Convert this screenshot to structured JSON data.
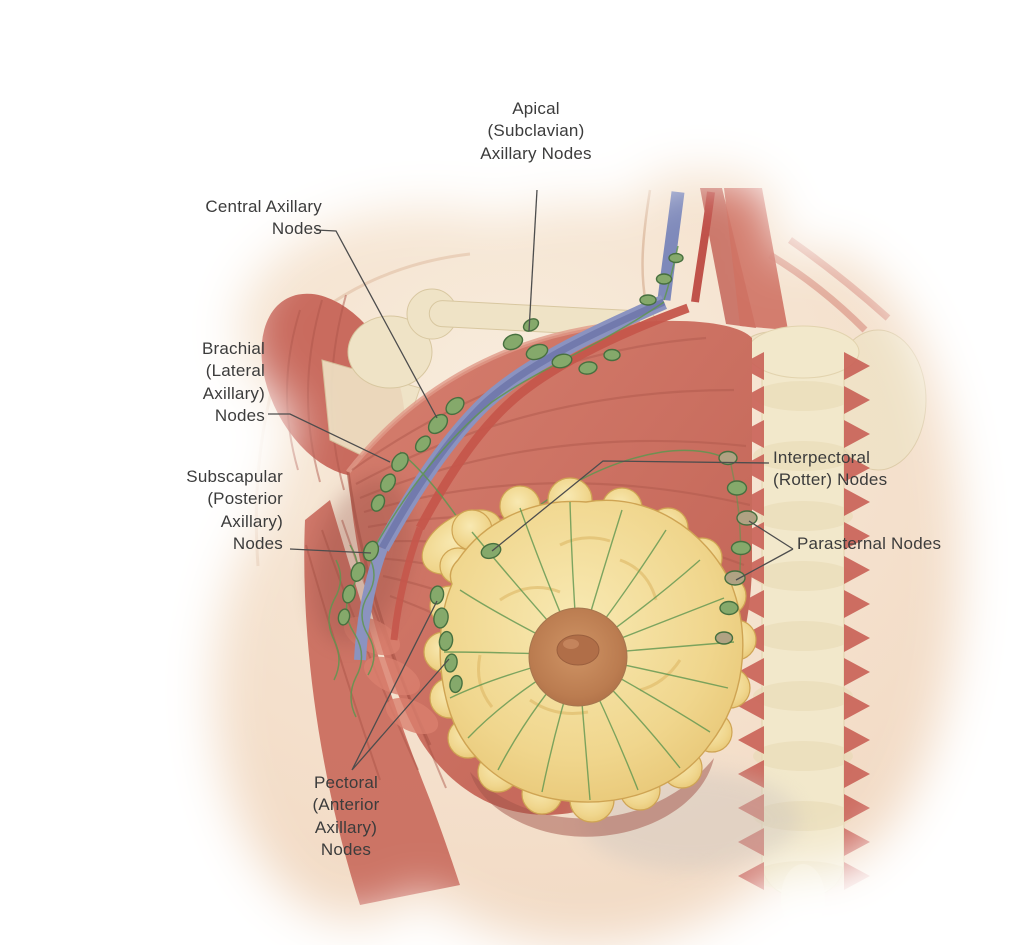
{
  "figure": {
    "description": "Anatomical illustration of the breast and axillary lymph node groups"
  },
  "labels": {
    "apical": {
      "text": "Apical\n(Subclavian)\nAxillary Nodes"
    },
    "central": {
      "text": "Central Axillary\nNodes"
    },
    "brachial": {
      "text": "Brachial\n(Lateral\nAxillary)\nNodes"
    },
    "subscapular": {
      "text": "Subscapular\n(Posterior\nAxillary)\nNodes"
    },
    "interpectoral": {
      "text": "Interpectoral\n(Rotter) Nodes"
    },
    "parasternal": {
      "text": "Parasternal Nodes"
    },
    "pectoral": {
      "text": "Pectoral\n(Anterior\nAxillary)\nNodes"
    }
  },
  "colors": {
    "skin": "#f3ddc8",
    "muscle": "#cf7060",
    "muscle_dark": "#b05a4d",
    "bone": "#efe3c6",
    "sternum": "#f2e8cb",
    "vein": "#8b93c0",
    "artery": "#c5564b",
    "lymph_node": "#85a96b",
    "lymph_node_stroke": "#47703f",
    "tan_node": "#b0a283",
    "lymph_vessel": "#5f9650",
    "breast": "#f2d88e",
    "breast_edge": "#cfa453",
    "areola": "#c08a5c",
    "nipple": "#b06e48",
    "leader": "#4d4d4d",
    "label_text": "#3c3c3c"
  }
}
